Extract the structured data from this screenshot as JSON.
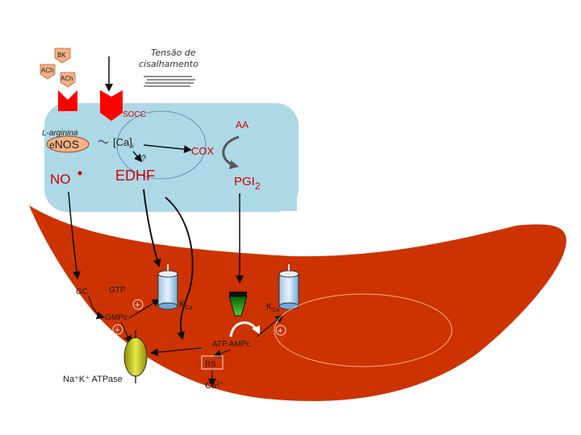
{
  "labels": {
    "bk": "BK",
    "ach_left": "ACh",
    "ach_right": "ACh",
    "shear_line1": "Tensão de",
    "shear_line2": "cisalhamento",
    "socc": "SOCC",
    "aa": "AA",
    "l_arginina": "L-arginina",
    "enos_prefix": "e",
    "enos_main": "NOS",
    "ca_label": "[Ca]",
    "ca_sub": "i",
    "question": "?",
    "cox": "COX",
    "no": "NO",
    "edhf": "EDHF",
    "pgi": "PGI",
    "pgi_sub": "2",
    "gc": "GC",
    "gtp": "GTP",
    "gmpc": "GMPc",
    "plus": "+",
    "kca_left": "K",
    "kca_left_sub": "Ca",
    "kca_right": "K",
    "kca_right_sub": "Ca",
    "atp_ampc": "ATP  AMPc",
    "rs": "RS",
    "na_k_atpase": "Na⁺K⁺ ATPase",
    "ca2": "Ca",
    "ca2_sup": "2+"
  },
  "colors": {
    "endothelium": "#add8e6",
    "smooth_muscle": "#cc3300",
    "receptor": "#ff0000",
    "bk_ach_tag": "#f4b084",
    "enos_oval": "#f4b084",
    "channel_blue": "#6fa8dc",
    "channel_top": "#cfe2f3",
    "pump": "#b5b800",
    "text_red": "#cc0000",
    "text_dark": "#1a1a1a"
  }
}
